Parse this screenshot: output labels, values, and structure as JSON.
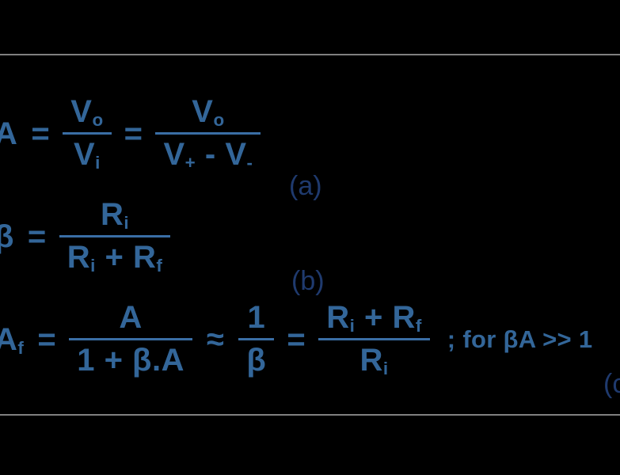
{
  "figure": {
    "background_color": "#000000",
    "text_color": "#336699",
    "tag_color": "#1f3a6e",
    "rule_color": "#808080"
  },
  "equations": [
    {
      "id": "open-loop-gain",
      "tag": "(a)",
      "lhs": "A",
      "eq1": "=",
      "frac1": {
        "num_base": "V",
        "num_sub": "o",
        "den_base": "V",
        "den_sub": "i"
      },
      "eq2": "=",
      "frac2": {
        "num_base": "V",
        "num_sub": "o",
        "den_v1": "V",
        "den_v1_sub": "+",
        "den_minus": "-",
        "den_v2": "V",
        "den_v2_sub": "-"
      }
    },
    {
      "id": "feedback-factor",
      "tag": "(b)",
      "lhs": "β",
      "eq1": "=",
      "frac1": {
        "num_base": "R",
        "num_sub": "i",
        "den_r1": "R",
        "den_r1_sub": "i",
        "den_plus": "+",
        "den_r2": "R",
        "den_r2_sub": "f"
      }
    },
    {
      "id": "closed-loop-gain",
      "tag": "(c)",
      "lhs_base": "A",
      "lhs_sub": "f",
      "eq1": "=",
      "frac1": {
        "num": "A",
        "den": "1 + β.A"
      },
      "approx": "≈",
      "frac2": {
        "num": "1",
        "den": "β"
      },
      "eq2": "=",
      "frac3": {
        "num_r1": "R",
        "num_r1_sub": "i",
        "num_plus": "+",
        "num_r2": "R",
        "num_r2_sub": "f",
        "den_base": "R",
        "den_sub": "i"
      },
      "condition": "; for βA >> 1"
    }
  ]
}
